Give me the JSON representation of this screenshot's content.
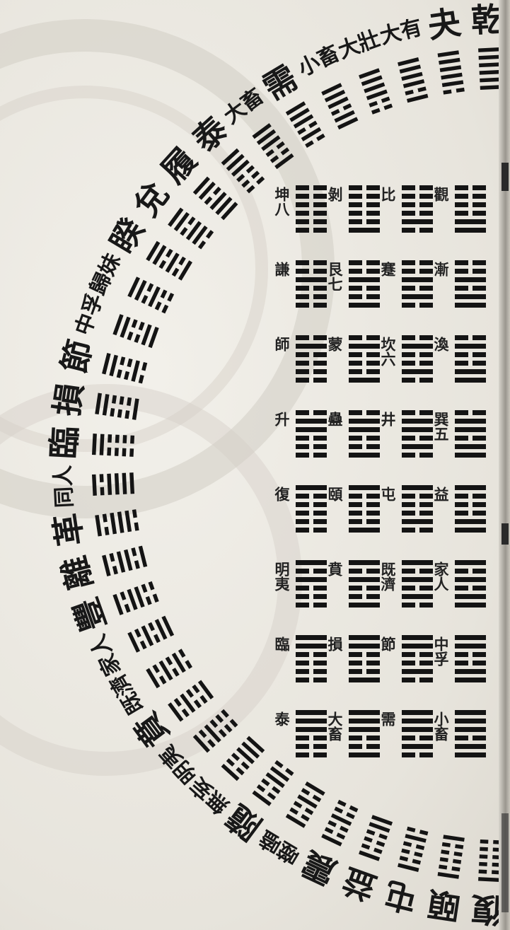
{
  "image": {
    "kind": "scanned woodblock page",
    "subject": "circular arrangement of the sixty-four hexagrams"
  },
  "ring_names": [
    "乾",
    "夬",
    "大有",
    "大壯",
    "小畜",
    "需",
    "大畜",
    "泰",
    "履",
    "兌",
    "睽",
    "歸妹",
    "中孚",
    "節",
    "損",
    "臨",
    "同人",
    "革",
    "離",
    "豐",
    "家人",
    "既濟",
    "賁",
    "明夷",
    "無妄",
    "隨",
    "噬嗑",
    "震",
    "益",
    "屯",
    "頤",
    "復"
  ],
  "ring_lines": [
    [
      1,
      1,
      1,
      1,
      1,
      1
    ],
    [
      1,
      1,
      1,
      1,
      1,
      0
    ],
    [
      1,
      1,
      1,
      1,
      0,
      1
    ],
    [
      1,
      1,
      1,
      1,
      0,
      0
    ],
    [
      1,
      1,
      1,
      0,
      1,
      1
    ],
    [
      1,
      1,
      1,
      0,
      1,
      0
    ],
    [
      1,
      1,
      1,
      0,
      0,
      1
    ],
    [
      1,
      1,
      1,
      0,
      0,
      0
    ],
    [
      1,
      1,
      0,
      1,
      1,
      1
    ],
    [
      1,
      1,
      0,
      1,
      1,
      0
    ],
    [
      1,
      1,
      0,
      1,
      0,
      1
    ],
    [
      1,
      1,
      0,
      1,
      0,
      0
    ],
    [
      1,
      1,
      0,
      0,
      1,
      1
    ],
    [
      1,
      1,
      0,
      0,
      1,
      0
    ],
    [
      1,
      1,
      0,
      0,
      0,
      1
    ],
    [
      1,
      1,
      0,
      0,
      0,
      0
    ],
    [
      1,
      0,
      1,
      1,
      1,
      1
    ],
    [
      1,
      0,
      1,
      1,
      1,
      0
    ],
    [
      1,
      0,
      1,
      1,
      0,
      1
    ],
    [
      1,
      0,
      1,
      1,
      0,
      0
    ],
    [
      1,
      0,
      1,
      0,
      1,
      1
    ],
    [
      1,
      0,
      1,
      0,
      1,
      0
    ],
    [
      1,
      0,
      1,
      0,
      0,
      1
    ],
    [
      1,
      0,
      1,
      0,
      0,
      0
    ],
    [
      1,
      0,
      0,
      1,
      1,
      1
    ],
    [
      1,
      0,
      0,
      1,
      1,
      0
    ],
    [
      1,
      0,
      0,
      1,
      0,
      1
    ],
    [
      1,
      0,
      0,
      1,
      0,
      0
    ],
    [
      1,
      0,
      0,
      0,
      1,
      1
    ],
    [
      1,
      0,
      0,
      0,
      1,
      0
    ],
    [
      1,
      0,
      0,
      0,
      0,
      1
    ],
    [
      1,
      0,
      0,
      0,
      0,
      0
    ]
  ],
  "square": {
    "rows": [
      {
        "names": [
          "觀",
          "比",
          "剝",
          "坤八"
        ],
        "lines": [
          [
            0,
            0,
            0,
            0,
            1,
            1
          ],
          [
            0,
            0,
            0,
            0,
            1,
            0
          ],
          [
            0,
            0,
            0,
            0,
            0,
            1
          ],
          [
            0,
            0,
            0,
            0,
            0,
            0
          ]
        ]
      },
      {
        "names": [
          "漸",
          "蹇",
          "艮七",
          "謙"
        ],
        "lines": [
          [
            0,
            0,
            1,
            0,
            1,
            1
          ],
          [
            0,
            0,
            1,
            0,
            1,
            0
          ],
          [
            0,
            0,
            1,
            0,
            0,
            1
          ],
          [
            0,
            0,
            1,
            0,
            0,
            0
          ]
        ]
      },
      {
        "names": [
          "渙",
          "坎六",
          "蒙",
          "師"
        ],
        "lines": [
          [
            0,
            1,
            0,
            0,
            1,
            1
          ],
          [
            0,
            1,
            0,
            0,
            1,
            0
          ],
          [
            0,
            1,
            0,
            0,
            0,
            1
          ],
          [
            0,
            1,
            0,
            0,
            0,
            0
          ]
        ]
      },
      {
        "names": [
          "巽五",
          "井",
          "蠱",
          "升"
        ],
        "lines": [
          [
            0,
            1,
            1,
            0,
            1,
            1
          ],
          [
            0,
            1,
            1,
            0,
            1,
            0
          ],
          [
            0,
            1,
            1,
            0,
            0,
            1
          ],
          [
            0,
            1,
            1,
            0,
            0,
            0
          ]
        ]
      },
      {
        "names": [
          "益",
          "屯",
          "頤",
          "復"
        ],
        "lines": [
          [
            1,
            0,
            0,
            0,
            1,
            1
          ],
          [
            1,
            0,
            0,
            0,
            1,
            0
          ],
          [
            1,
            0,
            0,
            0,
            0,
            1
          ],
          [
            1,
            0,
            0,
            0,
            0,
            0
          ]
        ]
      },
      {
        "names": [
          "家人",
          "既濟",
          "賁",
          "明夷"
        ],
        "lines": [
          [
            1,
            0,
            1,
            0,
            1,
            1
          ],
          [
            1,
            0,
            1,
            0,
            1,
            0
          ],
          [
            1,
            0,
            1,
            0,
            0,
            1
          ],
          [
            1,
            0,
            1,
            0,
            0,
            0
          ]
        ]
      },
      {
        "names": [
          "中孚",
          "節",
          "損",
          "臨"
        ],
        "lines": [
          [
            1,
            1,
            0,
            0,
            1,
            1
          ],
          [
            1,
            1,
            0,
            0,
            1,
            0
          ],
          [
            1,
            1,
            0,
            0,
            0,
            1
          ],
          [
            1,
            1,
            0,
            0,
            0,
            0
          ]
        ]
      },
      {
        "names": [
          "小畜",
          "需",
          "大畜",
          "泰"
        ],
        "lines": [
          [
            1,
            1,
            1,
            0,
            1,
            1
          ],
          [
            1,
            1,
            1,
            0,
            1,
            0
          ],
          [
            1,
            1,
            1,
            0,
            0,
            1
          ],
          [
            1,
            1,
            1,
            0,
            0,
            0
          ]
        ]
      }
    ]
  },
  "colors": {
    "ink": "#141414",
    "paper": "#efece5",
    "watermark": "#cfcac2"
  }
}
